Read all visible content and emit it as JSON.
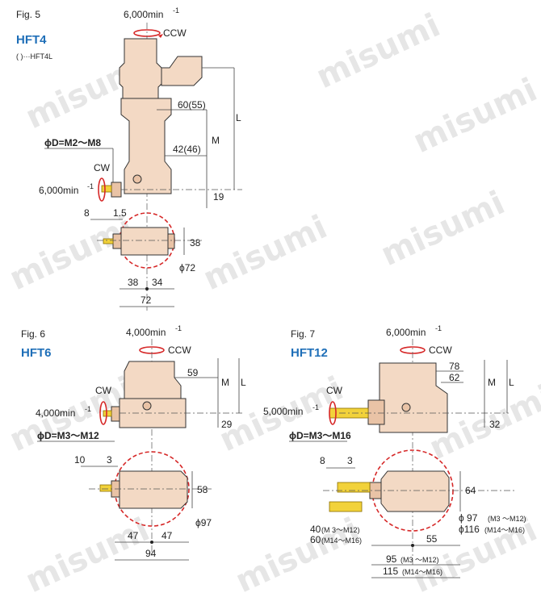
{
  "watermark": "misumi",
  "figures": [
    {
      "fig_label": "Fig. 5",
      "title": "HFT4",
      "note": "(   )···HFT4L",
      "top_speed": "6,000min",
      "top_speed_exp": "-1",
      "top_dir": "CCW",
      "side_speed": "6,000min",
      "side_speed_exp": "-1",
      "side_dir": "CW",
      "tap_range": "ϕD=M2～M8",
      "dims": {
        "a": "60(55)",
        "b": "42(46)",
        "L": "L",
        "M": "M",
        "offset": "19",
        "d8": "8",
        "d15": "1.5",
        "h": "38",
        "dia": "ϕ72",
        "w1": "38",
        "w2": "34",
        "total": "72"
      }
    },
    {
      "fig_label": "Fig. 6",
      "title": "HFT6",
      "top_speed": "4,000min",
      "top_speed_exp": "-1",
      "top_dir": "CCW",
      "side_speed": "4,000min",
      "side_speed_exp": "-1",
      "side_dir": "CW",
      "tap_range": "ϕD=M3～M12",
      "dims": {
        "a": "59",
        "L": "L",
        "M": "M",
        "offset": "29",
        "d10": "10",
        "d3": "3",
        "h": "58",
        "dia": "ϕ97",
        "w1": "47",
        "w2": "47",
        "total": "94"
      }
    },
    {
      "fig_label": "Fig. 7",
      "title": "HFT12",
      "top_speed": "6,000min",
      "top_speed_exp": "-1",
      "top_dir": "CCW",
      "side_speed": "5,000min",
      "side_speed_exp": "-1",
      "side_dir": "CW",
      "tap_range": "ϕD=M3～M16",
      "dims": {
        "a": "78",
        "b": "62",
        "L": "L",
        "M": "M",
        "offset": "32",
        "d8": "8",
        "d3": "3",
        "h": "64",
        "dia1": "ϕ 97",
        "dia1_note": "(M3 ～M12)",
        "dia2": "ϕ116",
        "dia2_note": "(M14～M16)",
        "w_a1": "40",
        "w_a1_note": "(M 3～M12)",
        "w_a2": "60",
        "w_a2_note": "(M14～M16)",
        "w_b": "55",
        "tot1": "95",
        "tot1_note": "(M3 ～M12)",
        "tot2": "115",
        "tot2_note": "(M14～M16)"
      }
    }
  ]
}
